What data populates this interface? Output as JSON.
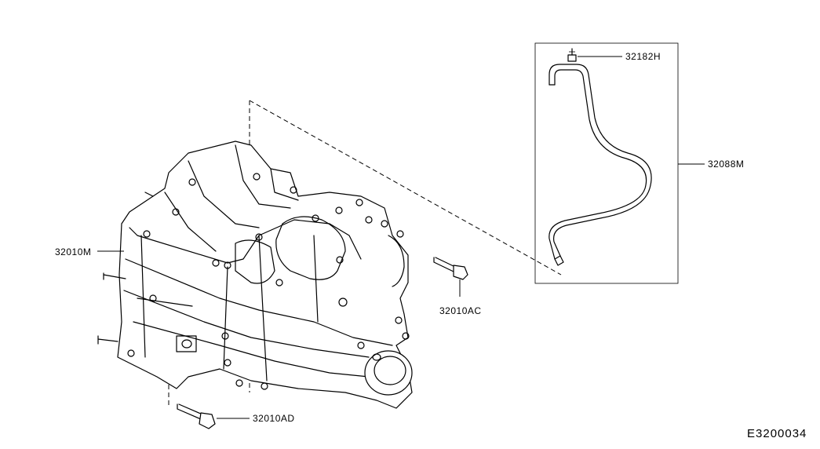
{
  "diagram": {
    "labels": {
      "transmission": "32010M",
      "upper_bolt": "32010AC",
      "lower_bolt": "32010AD",
      "breather_hose": "32088M",
      "breather_plug": "32182H"
    },
    "reference_code": "E3200034"
  }
}
